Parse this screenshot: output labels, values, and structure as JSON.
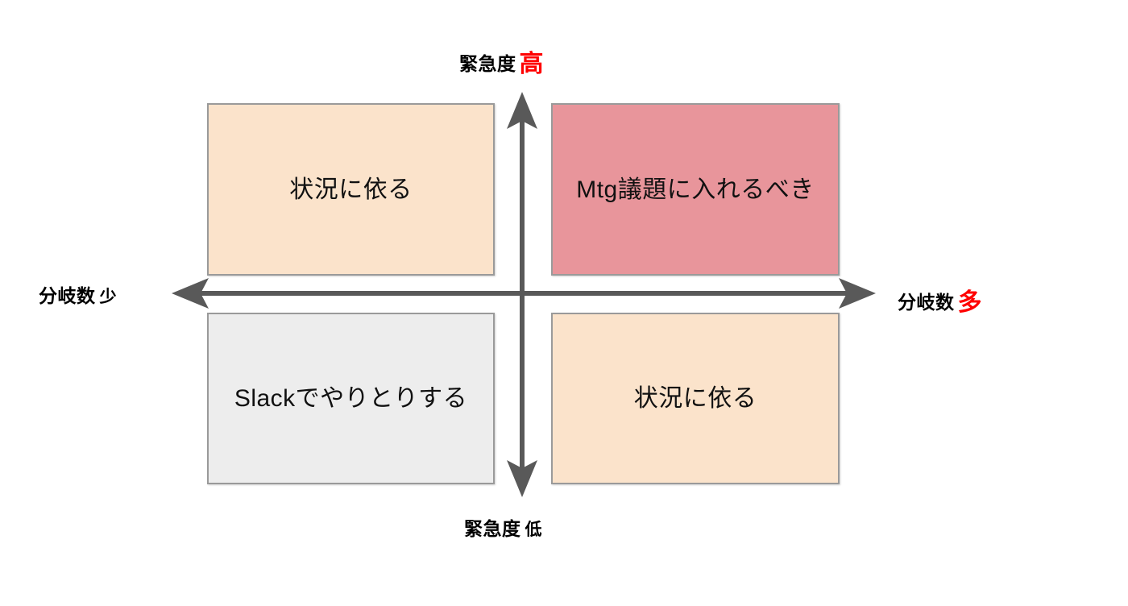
{
  "chart_data": {
    "type": "table",
    "title": "",
    "layout": "2x2 priority matrix with crossing arrow axes",
    "x_axis": {
      "name": "分岐数",
      "low_label": "分岐数",
      "low_value": "少",
      "high_label": "分岐数",
      "high_value": "多",
      "high_value_color": "#ff0000"
    },
    "y_axis": {
      "name": "緊急度",
      "high_label": "緊急度",
      "high_value": "高",
      "high_value_color": "#ff0000",
      "low_label": "緊急度",
      "low_value": "低",
      "low_value_color": "#000000"
    },
    "quadrants": [
      {
        "id": "top-left",
        "x": "少",
        "y": "高",
        "text": "状況に依る",
        "fill": "#fbe3cb",
        "border": "#9a9a9a"
      },
      {
        "id": "top-right",
        "x": "多",
        "y": "高",
        "text": "Mtg議題に入れるべき",
        "fill": "#e8959b",
        "border": "#9a9a9a"
      },
      {
        "id": "bottom-left",
        "x": "少",
        "y": "低",
        "text": "Slackでやりとりする",
        "fill": "#ededed",
        "border": "#9a9a9a"
      },
      {
        "id": "bottom-right",
        "x": "多",
        "y": "低",
        "text": "状況に依る",
        "fill": "#fbe3cb",
        "border": "#9a9a9a"
      }
    ],
    "axis_color": "#595959",
    "background": "#ffffff"
  },
  "axes": {
    "top": {
      "base": "緊急度",
      "accent": "高"
    },
    "bottom": {
      "base": "緊急度",
      "accent": "低"
    },
    "left": {
      "base": "分岐数",
      "accent": "少"
    },
    "right": {
      "base": "分岐数",
      "accent": "多"
    }
  },
  "quadrant_labels": {
    "top_left": "状況に依る",
    "top_right": "Mtg議題に入れるべき",
    "bottom_left": "Slackでやりとりする",
    "bottom_right": "状況に依る"
  },
  "colors": {
    "accent_red": "#ff0000",
    "axis_gray": "#595959",
    "box_border": "#9a9a9a",
    "peach": "#fbe3cb",
    "pink": "#e8959b",
    "gray": "#ededed",
    "text": "#111111",
    "background": "#ffffff"
  }
}
